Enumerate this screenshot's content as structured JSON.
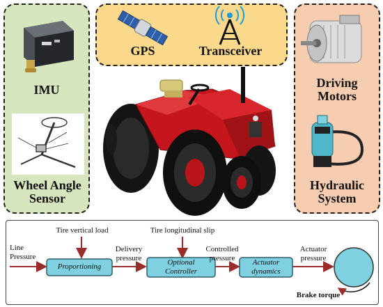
{
  "sensors": {
    "imu": "IMU",
    "wheel_angle": "Wheel Angle Sensor",
    "gps": "GPS",
    "transceiver": "Transceiver"
  },
  "actuators": {
    "driving_motors": "Driving Motors",
    "hydraulic_system": "Hydraulic System"
  },
  "brake_model": {
    "input_line": "Line",
    "input_pressure": "Pressure",
    "load_label": "Tire vertical load",
    "slip_label": "Tire longitudinal slip",
    "delivery_line1": "Delivery",
    "delivery_line2": "pressure",
    "controlled_line1": "Controlled",
    "controlled_line2": "pressure",
    "actuator_line1": "Actuator",
    "actuator_line2": "pressure",
    "block1": "Proportioning",
    "block2_line1": "Optional",
    "block2_line2": "Controller",
    "block3_line1": "Actuator",
    "block3_line2": "dynamics",
    "output": "Brake torque"
  },
  "colors": {
    "left_panel": "#d7e6bf",
    "top_panel": "#fad88c",
    "right_panel": "#f7cdb2",
    "block_fill": "#7fd0e0",
    "arrow": "#9b2c2c",
    "tractor_red": "#c4161c"
  }
}
